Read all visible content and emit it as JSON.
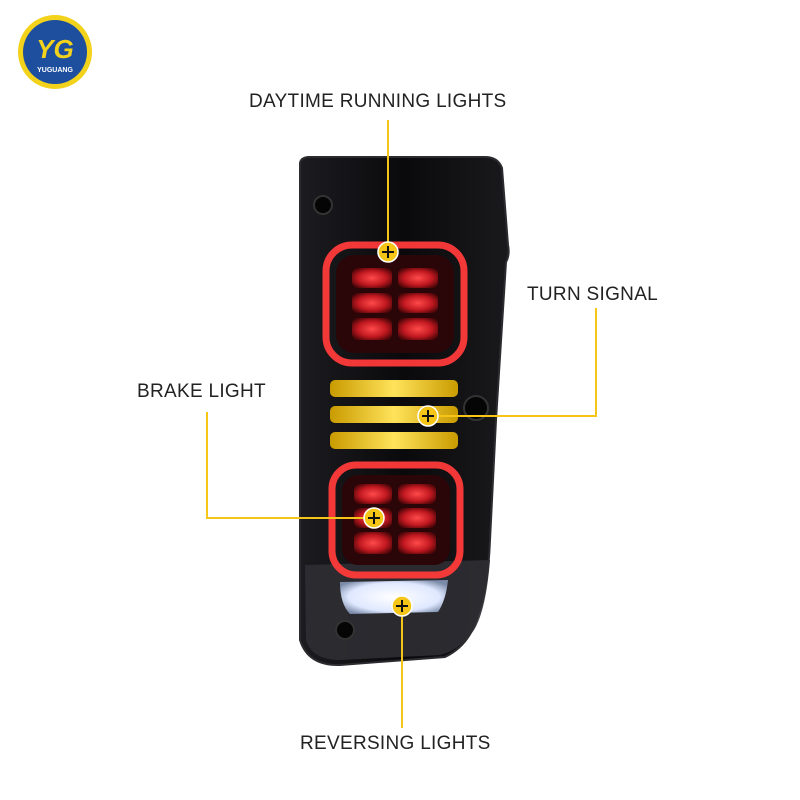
{
  "brand": {
    "logo_letters": "YG",
    "logo_text": "YUGUANG"
  },
  "labels": {
    "drl": "DAYTIME RUNNING LIGHTS",
    "turn": "TURN SIGNAL",
    "brake": "BRAKE LIGHT",
    "reverse": "REVERSING LIGHTS"
  },
  "colors": {
    "callout": "#f5c518",
    "housing": "#0c0c0e",
    "red_led": "#e0262c",
    "amber_led": "#ffd21a",
    "reverse_led": "#ffffff",
    "logo_blue": "#1e4f9e",
    "logo_yellow": "#f2d21b"
  },
  "icons": {
    "marker": "plus-circle-icon"
  }
}
